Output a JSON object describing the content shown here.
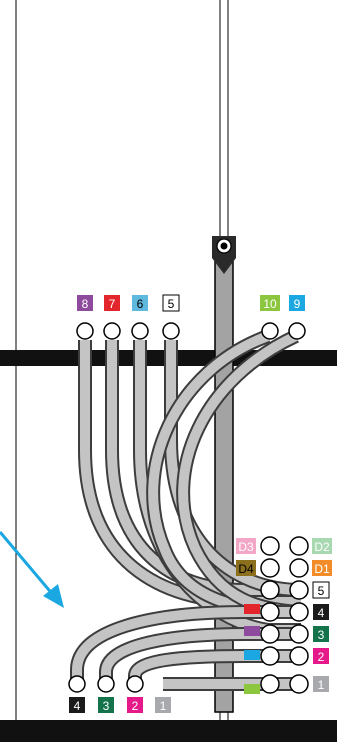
{
  "top_ports": [
    {
      "label": "8",
      "color": "#8e4a9c"
    },
    {
      "label": "7",
      "color": "#e3262c"
    },
    {
      "label": "6",
      "color": "#5fb8dd"
    },
    {
      "label": "5",
      "color": "#ffffff"
    },
    {
      "label": "10",
      "color": "#8cc63f"
    },
    {
      "label": "9",
      "color": "#1ba7e1"
    }
  ],
  "bottom_ports": [
    {
      "label": "4",
      "color": "#1a1a1a"
    },
    {
      "label": "3",
      "color": "#15734c"
    },
    {
      "label": "2",
      "color": "#e5198a"
    },
    {
      "label": "1",
      "color": "#a7a9ac"
    }
  ],
  "side_ports": [
    {
      "label": "5",
      "color": "#ffffff"
    },
    {
      "label": "4",
      "color": "#1a1a1a"
    },
    {
      "label": "3",
      "color": "#15734c"
    },
    {
      "label": "2",
      "color": "#e5198a"
    },
    {
      "label": "1",
      "color": "#a7a9ac"
    }
  ],
  "d_ports": [
    {
      "label": "D3",
      "color": "#f4a6c6"
    },
    {
      "label": "D2",
      "color": "#a8d8b0"
    },
    {
      "label": "D4",
      "color": "#8b6f1c"
    },
    {
      "label": "D1",
      "color": "#f28c28"
    }
  ],
  "hidden_ports": [
    {
      "color": "#e3262c"
    },
    {
      "color": "#8e4a9c"
    },
    {
      "color": "#1ba7e1"
    },
    {
      "color": "#8cc63f"
    }
  ],
  "colors": {
    "cable_fill": "#c4c4c4",
    "cable_edge": "#3d3d3d",
    "pole_fill": "#a3a3a3",
    "arrow": "#1ba7e1",
    "bar": "#111111"
  }
}
